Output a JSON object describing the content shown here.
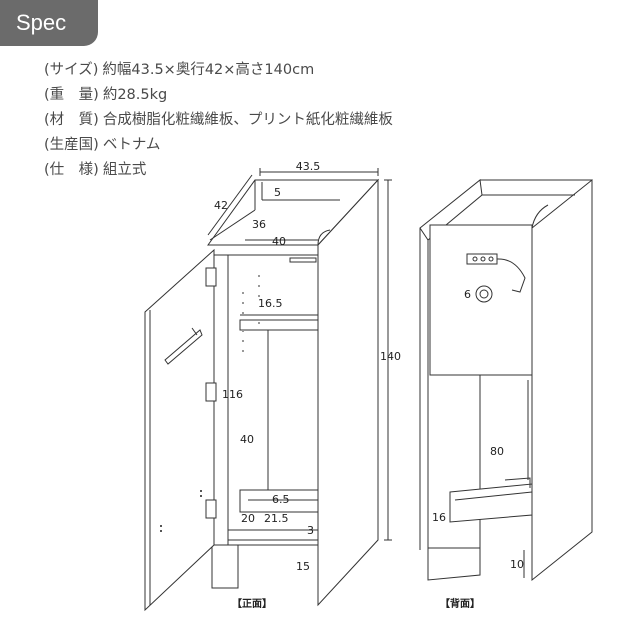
{
  "tag": "Spec",
  "specs": [
    {
      "label": "(サイズ)",
      "value": "約幅43.5×奥行42×高さ140cm"
    },
    {
      "label": "(重　量)",
      "value": "約28.5kg"
    },
    {
      "label": "(材　質)",
      "value": "合成樹脂化粧繊維板、プリント紙化粧繊維板"
    },
    {
      "label": "(生産国)",
      "value": "ベトナム"
    },
    {
      "label": "(仕　様)",
      "value": "組立式"
    }
  ],
  "front": {
    "caption": "【正面】",
    "dims": {
      "width": "43.5",
      "depth": "42",
      "top_gap": "5",
      "inner_depth": "36",
      "inner_width": "40",
      "shelf_gap": "16.5",
      "door_height": "116",
      "lower_width": "40",
      "height": "140",
      "tray_height": "6.5",
      "tray_a": "20",
      "tray_b": "21.5",
      "tray_c": "3",
      "base": "15"
    }
  },
  "back": {
    "caption": "【背面】",
    "dims": {
      "hole": "6",
      "height": "80",
      "tray": "16",
      "base": "10"
    }
  }
}
